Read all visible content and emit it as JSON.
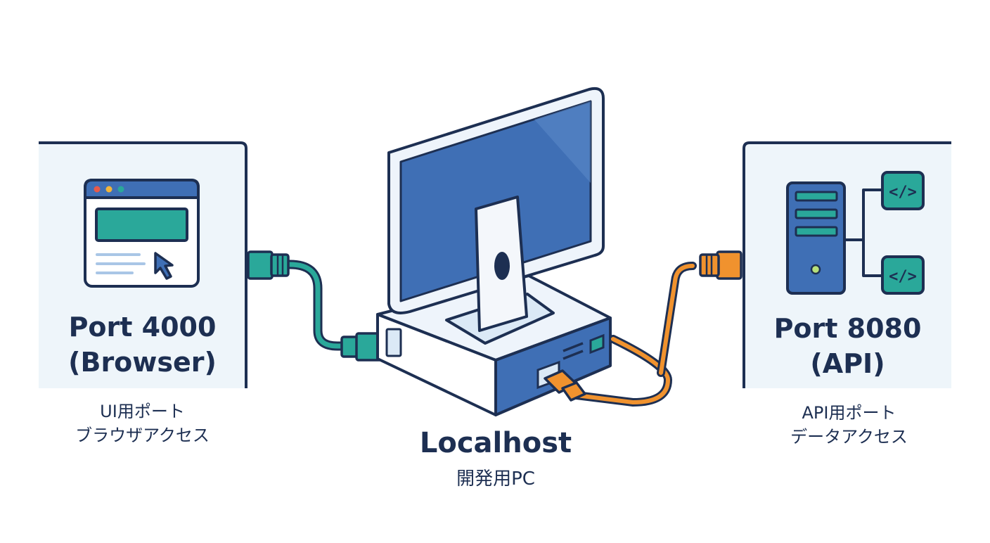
{
  "left_panel": {
    "title_line1": "Port 4000",
    "title_line2": "(Browser)",
    "caption_line1": "UI用ポート",
    "caption_line2": "ブラウザアクセス",
    "icon": "browser-window-icon"
  },
  "right_panel": {
    "title_line1": "Port 8080",
    "title_line2": "(API)",
    "caption_line1": "API用ポート",
    "caption_line2": "データアクセス",
    "icon": "server-tower-icon",
    "code_badge": "</>"
  },
  "center": {
    "title": "Localhost",
    "subtitle": "開発用PC",
    "icon": "desktop-computer-icon"
  },
  "colors": {
    "outline": "#1d2f52",
    "panel_bg": "#eef5fa",
    "monitor_blue": "#3f6fb5",
    "teal": "#2aa89a",
    "orange": "#f0922e",
    "light_blue": "#dbe9f6"
  }
}
